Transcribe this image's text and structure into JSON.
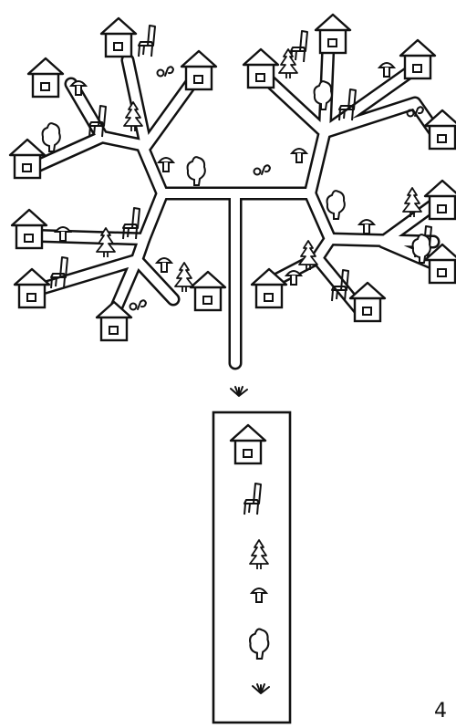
{
  "figure": {
    "page_number": "4",
    "legend_items": [
      "house",
      "chair",
      "fir-tree",
      "mushroom",
      "bush",
      "grass"
    ]
  }
}
